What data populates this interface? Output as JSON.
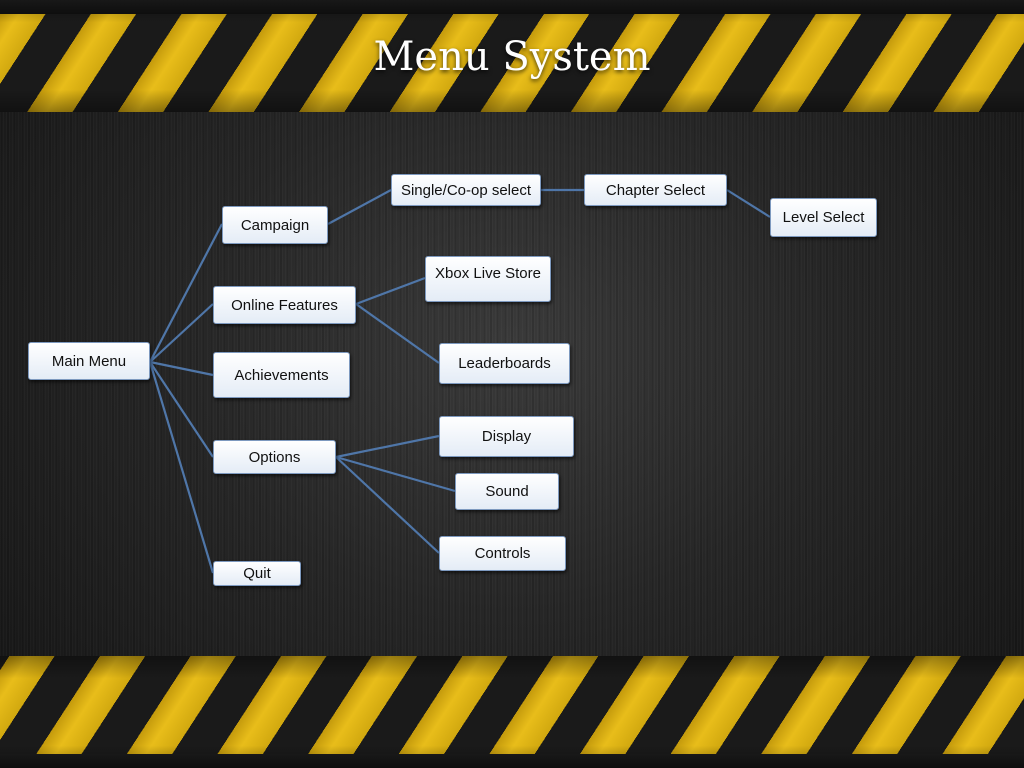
{
  "title": "Menu System",
  "colors": {
    "connector": "#4f76a8",
    "hazard_yellow": "#e0b418",
    "hazard_dark": "#1a1a1a"
  },
  "nodes": {
    "main_menu": "Main Menu",
    "campaign": "Campaign",
    "online_features": "Online Features",
    "achievements": "Achievements",
    "options": "Options",
    "quit": "Quit",
    "single_coop_select": "Single/Co-op select",
    "chapter_select": "Chapter Select",
    "level_select": "Level Select",
    "xbox_live_store": "Xbox Live Store",
    "leaderboards": "Leaderboards",
    "display": "Display",
    "sound": "Sound",
    "controls": "Controls"
  }
}
